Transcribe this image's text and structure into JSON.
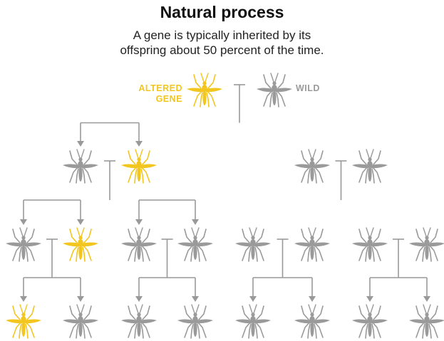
{
  "title": "Natural process",
  "subtitle_lines": [
    "A gene is typically inherited by its",
    "offspring about 50 percent of the time."
  ],
  "legend": {
    "altered_lines": [
      "ALTERED",
      "GENE"
    ],
    "wild": "WILD"
  },
  "icon": "mosquito-icon",
  "colors": {
    "altered": "#f2c61f",
    "wild": "#9a9a9a",
    "connector": "#999999"
  },
  "generations": [
    [
      "altered",
      "wild"
    ],
    [
      "wild",
      "altered",
      "wild",
      "wild"
    ],
    [
      "wild",
      "altered",
      "wild",
      "wild",
      "wild",
      "wild",
      "wild",
      "wild"
    ],
    [
      "altered",
      "wild",
      "wild",
      "wild",
      "wild",
      "wild",
      "wild",
      "wild"
    ]
  ]
}
